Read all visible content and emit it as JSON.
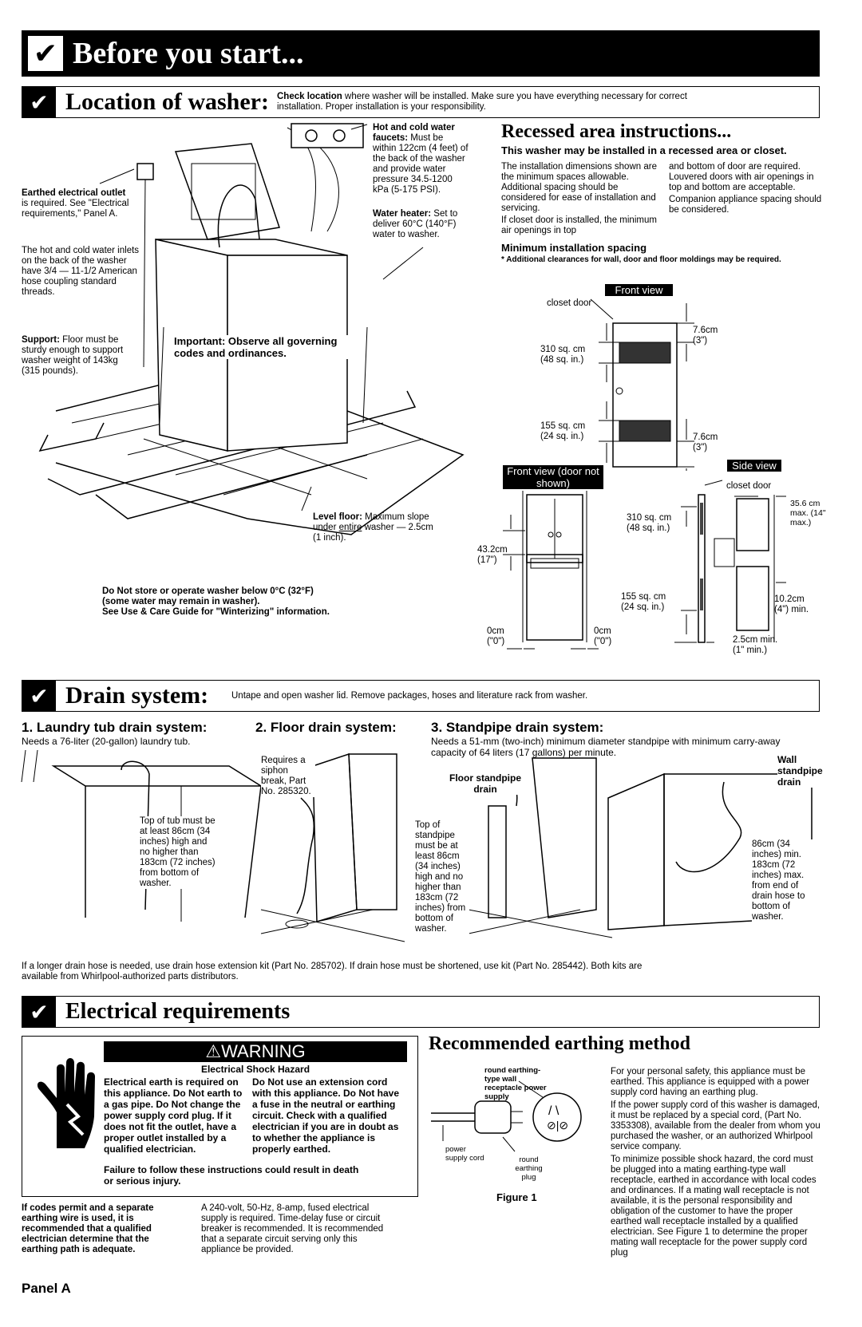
{
  "header": {
    "title": "Before you start..."
  },
  "location": {
    "heading": "Location of washer:",
    "check_lead": "Check location",
    "check_text": " where washer will be installed. Make sure you have everything necessary for correct installation. Proper installation is your responsibility.",
    "earthed_lead": "Earthed electrical outlet",
    "earthed_text": " is required. See \"Electrical requirements,\" Panel A.",
    "inlets": "The hot and cold water inlets on the back of the washer have 3/4 — 11-1/2 American hose coupling standard threads.",
    "support_lead": "Support:",
    "support_text": " Floor must be sturdy enough to support washer weight of 143kg (315 pounds).",
    "important": "Important: Observe all governing codes and ordinances.",
    "faucets_lead": "Hot and cold water faucets:",
    "faucets_text": " Must be within 122cm (4 feet) of the back of the washer and provide water pressure 34.5-1200 kPa (5-175 PSI).",
    "heater_lead": "Water heater:",
    "heater_text": " Set to deliver 60°C (140°F) water to washer.",
    "level_lead": "Level floor:",
    "level_text1": " Maximum slope under ",
    "level_under": "entire",
    "level_text2": " washer — 2.5cm (1 inch).",
    "store_1": "Do Not store or operate washer below 0°C (32°F)",
    "store_2": "(some water may remain in washer).",
    "store_3": "See Use & Care Guide for \"Winterizing\" information."
  },
  "recessed": {
    "title": "Recessed area instructions...",
    "subtitle": "This washer may be installed in a recessed area or closet.",
    "col1a": "The installation dimensions shown are the minimum spaces allowable. Additional spacing should be considered for ease of installation and servicing.",
    "col1b": "If closet door is installed, the minimum air openings in top",
    "col2a": "and bottom of door are required. Louvered doors with air openings in top and bottom are acceptable.",
    "col2b": "Companion appliance spacing should be considered.",
    "min_heading": "Minimum installation spacing",
    "min_note": "* Additional clearances for wall, door and floor moldings may be required.",
    "front_view": "Front view",
    "closet_door": "closet door",
    "top_air": "310 sq. cm (48 sq. in.)",
    "bottom_air": "155 sq. cm (24 sq. in.)",
    "gap": "7.6cm (3\")",
    "front_view_2": "Front view (door not shown)",
    "height_gap": "43.2cm (17\")",
    "zero": "0cm (\"0\")",
    "side_view": "Side view",
    "depth_door": "35.6 cm max. (14\" max.)",
    "rear_gap": "10.2cm (4\") min.",
    "side_gap": "2.5cm min. (1\" min.)"
  },
  "drain": {
    "heading": "Drain system:",
    "intro": "Untape and open washer lid. Remove packages, hoses and literature rack from washer.",
    "tub_title": "1. Laundry tub drain system:",
    "tub_text": "Needs a 76-liter (20-gallon) laundry tub.",
    "tub_note": "Top of tub must be at least 86cm (34 inches) high and no higher than 183cm (72 inches) from bottom of washer.",
    "floor_title": "2. Floor drain system:",
    "floor_note": "Requires a siphon break, Part No. 285320.",
    "stand_title": "3. Standpipe drain system:",
    "stand_text": "Needs a 51-mm (two-inch) minimum diameter standpipe with minimum carry-away capacity of 64 liters (17 gallons) per minute.",
    "floor_standpipe": "Floor standpipe drain",
    "stand_note": "Top of standpipe must be at least 86cm (34 inches) high and no higher than 183cm (72 inches) from bottom of washer.",
    "wall_standpipe": "Wall standpipe drain",
    "wall_note": "86cm (34 inches) min. 183cm (72 inches) max. from end of drain hose to bottom of washer.",
    "footer": "If a longer drain hose is needed, use drain hose extension kit (Part No. 285702). If drain hose must be shortened, use kit (Part No. 285442). Both kits are available from Whirlpool-authorized parts distributors."
  },
  "electrical": {
    "heading": "Electrical requirements",
    "warning_title": "WARNING",
    "warning_sub": "Electrical Shock Hazard",
    "warn_left": "Electrical earth is required on this appliance. Do Not earth to a gas pipe. Do Not change the power supply cord plug. If it does not fit the outlet, have a proper outlet installed by a qualified electrician.",
    "warn_right": "Do Not use an extension cord with this appliance. Do Not have a fuse in the neutral or earthing circuit. Check with a qualified electrician if you are in doubt as to whether the appliance is properly earthed.",
    "warn_fail": "Failure to follow these instructions could result in death or serious injury.",
    "codes": "If codes permit and a separate earthing wire is used, it is recommended that a qualified electrician determine that the earthing path is adequate.",
    "supply": "A 240-volt, 50-Hz, 8-amp, fused electrical supply is required. Time-delay fuse or circuit breaker is recommended. It is recommended that a separate circuit serving only this appliance be provided.",
    "panel": "Panel A"
  },
  "earthing": {
    "title": "Recommended earthing method",
    "fig_receptacle": "round earthing-type wall receptacle power supply",
    "fig_cord": "power supply cord",
    "fig_plug": "round earthing plug",
    "fig_caption": "Figure 1",
    "p1": "For your personal safety, this appliance must be earthed. This appliance is equipped with a power supply cord having an earthing plug.",
    "p2": "If the power supply cord of this washer is damaged, it must be replaced by a special cord, (Part No. 3353308), available from the dealer from whom you purchased the washer, or an authorized Whirlpool service company.",
    "p3": "To minimize possible shock hazard, the cord must be plugged into a mating earthing-type wall receptacle, earthed in accordance with local codes and ordinances. If a mating wall receptacle is not available, it is the personal responsibility and obligation of the customer to have the proper earthed wall receptacle installed by a qualified electrician. See Figure 1 to determine the proper mating wall receptacle for the power supply cord plug"
  }
}
